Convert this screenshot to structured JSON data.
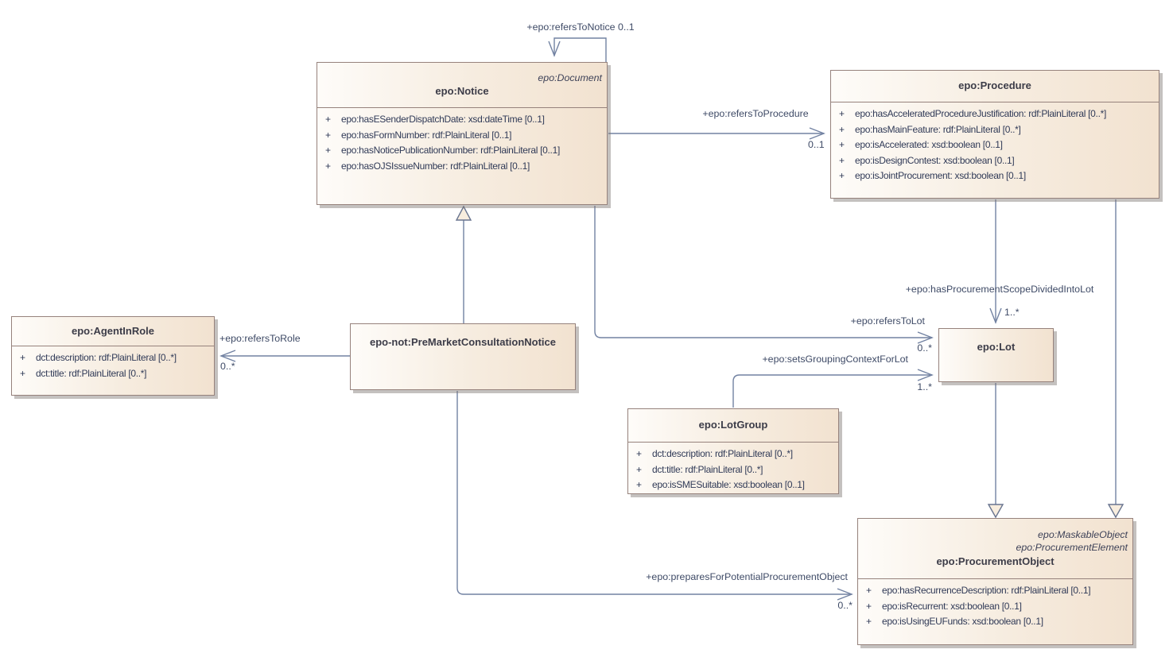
{
  "diagram": {
    "title": "ePO UML class diagram",
    "colors": {
      "box_fill_left": "#fefcf9",
      "box_fill_right": "#f2e2d0",
      "box_border": "#96827c",
      "edge_line": "#7282a2",
      "label_text": "#3e4a66",
      "attribute_text": "#303a57",
      "title_text": "#3c3c48"
    },
    "classes": [
      {
        "id": "notice",
        "stereotypes": [
          "epo:Document"
        ],
        "name": "epo:Notice",
        "attributes": [
          {
            "vis": "+",
            "text": "epo:hasESenderDispatchDate: xsd:dateTime [0..1]"
          },
          {
            "vis": "+",
            "text": "epo:hasFormNumber: rdf:PlainLiteral [0..1]"
          },
          {
            "vis": "+",
            "text": "epo:hasNoticePublicationNumber: rdf:PlainLiteral [0..1]"
          },
          {
            "vis": "+",
            "text": "epo:hasOJSIssueNumber: rdf:PlainLiteral [0..1]"
          }
        ]
      },
      {
        "id": "procedure",
        "stereotypes": [],
        "name": "epo:Procedure",
        "attributes": [
          {
            "vis": "+",
            "text": "epo:hasAcceleratedProcedureJustification: rdf:PlainLiteral [0..*]"
          },
          {
            "vis": "+",
            "text": "epo:hasMainFeature: rdf:PlainLiteral [0..*]"
          },
          {
            "vis": "+",
            "text": "epo:isAccelerated: xsd:boolean [0..1]"
          },
          {
            "vis": "+",
            "text": "epo:isDesignContest: xsd:boolean [0..1]"
          },
          {
            "vis": "+",
            "text": "epo:isJointProcurement: xsd:boolean [0..1]"
          }
        ]
      },
      {
        "id": "agentinrole",
        "stereotypes": [],
        "name": "epo:AgentInRole",
        "attributes": [
          {
            "vis": "+",
            "text": "dct:description: rdf:PlainLiteral [0..*]"
          },
          {
            "vis": "+",
            "text": "dct:title: rdf:PlainLiteral [0..*]"
          }
        ]
      },
      {
        "id": "premarket",
        "stereotypes": [],
        "name": "epo-not:PreMarketConsultationNotice",
        "attributes": []
      },
      {
        "id": "lot",
        "stereotypes": [],
        "name": "epo:Lot",
        "attributes": []
      },
      {
        "id": "lotgroup",
        "stereotypes": [],
        "name": "epo:LotGroup",
        "attributes": [
          {
            "vis": "+",
            "text": "dct:description: rdf:PlainLiteral [0..*]"
          },
          {
            "vis": "+",
            "text": "dct:title: rdf:PlainLiteral [0..*]"
          },
          {
            "vis": "+",
            "text": "epo:isSMESuitable: xsd:boolean [0..1]"
          }
        ]
      },
      {
        "id": "procurementobject",
        "stereotypes": [
          "epo:MaskableObject",
          "epo:ProcurementElement"
        ],
        "name": "epo:ProcurementObject",
        "attributes": [
          {
            "vis": "+",
            "text": "epo:hasRecurrenceDescription: rdf:PlainLiteral [0..1]"
          },
          {
            "vis": "+",
            "text": "epo:isRecurrent: xsd:boolean [0..1]"
          },
          {
            "vis": "+",
            "text": "epo:isUsingEUFunds: xsd:boolean [0..1]"
          }
        ]
      }
    ],
    "connectors": [
      {
        "id": "refers-to-notice",
        "type": "association",
        "source": "notice",
        "target": "notice",
        "label": "+epo:refersToNotice 0..1",
        "multiplicity": ""
      },
      {
        "id": "refers-to-procedure",
        "type": "association",
        "source": "notice",
        "target": "procedure",
        "label": "+epo:refersToProcedure",
        "multiplicity": "0..1"
      },
      {
        "id": "generalization-premarket-notice",
        "type": "generalization",
        "source": "premarket",
        "target": "notice",
        "label": "",
        "multiplicity": ""
      },
      {
        "id": "refers-to-role",
        "type": "association",
        "source": "premarket",
        "target": "agentinrole",
        "label": "+epo:refersToRole",
        "multiplicity": "0..*"
      },
      {
        "id": "refers-to-lot",
        "type": "association",
        "source": "notice",
        "target": "lot",
        "label": "+epo:refersToLot",
        "multiplicity": "0..*"
      },
      {
        "id": "sets-grouping-context-for-lot",
        "type": "association",
        "source": "lotgroup",
        "target": "lot",
        "label": "+epo:setsGroupingContextForLot",
        "multiplicity": "1..*"
      },
      {
        "id": "has-procurement-scope-divided-into-lot",
        "type": "association",
        "source": "procedure",
        "target": "lot",
        "label": "+epo:hasProcurementScopeDividedIntoLot",
        "multiplicity": "1..*"
      },
      {
        "id": "prepares-for-potential-procurement-object",
        "type": "association",
        "source": "premarket",
        "target": "procurementobject",
        "label": "+epo:preparesForPotentialProcurementObject",
        "multiplicity": "0..*"
      },
      {
        "id": "generalization-lot-procurementobject",
        "type": "generalization",
        "source": "lot",
        "target": "procurementobject",
        "label": "",
        "multiplicity": ""
      },
      {
        "id": "generalization-procedure-procurementobject",
        "type": "generalization",
        "source": "procedure",
        "target": "procurementobject",
        "label": "",
        "multiplicity": ""
      }
    ]
  }
}
